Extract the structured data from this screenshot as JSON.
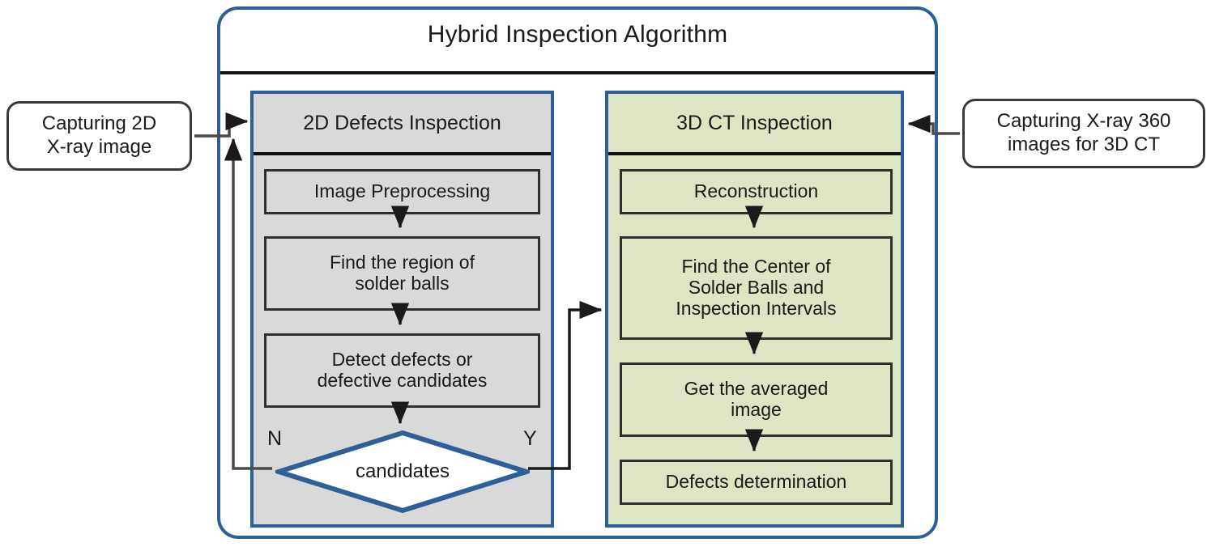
{
  "diagram": {
    "title": "Hybrid Inspection Algorithm",
    "colors": {
      "frame_blue": "#2d6099",
      "panel_gray": "#d9d9d9",
      "panel_green": "#dde5c4",
      "box_outline": "#2f2f2f",
      "text": "#1a1a1a",
      "callout_outline": "#3a3a3a",
      "background": "#ffffff"
    }
  },
  "callouts": {
    "left": {
      "label": "Capturing 2D\nX-ray image",
      "line1": "Capturing 2D",
      "line2": "X-ray image"
    },
    "right": {
      "label": "Capturing X-ray 360\nimages for 3D CT",
      "line1": "Capturing X-ray 360",
      "line2": "images for 3D CT"
    }
  },
  "columns": [
    {
      "id": "2d-defects-inspection",
      "header": "2D Defects Inspection",
      "fill": "#d9d9d9",
      "steps": [
        {
          "id": "image-preprocessing",
          "label": "Image Preprocessing"
        },
        {
          "id": "find-region-solder-balls",
          "line1": "Find the region of",
          "line2": "solder balls"
        },
        {
          "id": "detect-defects",
          "line1": "Detect defects or",
          "line2": "defective candidates"
        }
      ],
      "decision": {
        "id": "candidates",
        "label": "candidates",
        "branch_no": "N",
        "branch_yes": "Y"
      }
    },
    {
      "id": "3d-ct-inspection",
      "header": "3D CT Inspection",
      "fill": "#dde5c4",
      "steps": [
        {
          "id": "reconstruction",
          "label": "Reconstruction"
        },
        {
          "id": "find-center-solder-balls",
          "line1": "Find the Center of",
          "line2": "Solder Balls and",
          "line3": "Inspection Intervals"
        },
        {
          "id": "get-averaged-image",
          "line1": "Get the averaged",
          "line2": "image"
        },
        {
          "id": "defects-determination",
          "label": "Defects determination"
        }
      ]
    }
  ],
  "flows": [
    {
      "id": "capture2d-to-2d-panel",
      "from": "Capturing 2D X-ray image",
      "to": "2D Defects Inspection"
    },
    {
      "id": "preprocessing-to-region",
      "from": "Image Preprocessing",
      "to": "Find the region of solder balls"
    },
    {
      "id": "region-to-detect",
      "from": "Find the region of solder balls",
      "to": "Detect defects or defective candidates"
    },
    {
      "id": "detect-to-decision",
      "from": "Detect defects or defective candidates",
      "to": "candidates"
    },
    {
      "id": "decision-no-loop-back",
      "from": "candidates",
      "to": "2D Defects Inspection",
      "branch": "N"
    },
    {
      "id": "decision-yes-to-3dct",
      "from": "candidates",
      "to": "3D CT Inspection",
      "branch": "Y"
    },
    {
      "id": "capture360-to-3d-panel",
      "from": "Capturing X-ray 360 images for 3D CT",
      "to": "3D CT Inspection"
    },
    {
      "id": "reconstruction-to-center",
      "from": "Reconstruction",
      "to": "Find the Center of Solder Balls and Inspection Intervals"
    },
    {
      "id": "center-to-averaged",
      "from": "Find the Center of Solder Balls and Inspection Intervals",
      "to": "Get the averaged image"
    },
    {
      "id": "averaged-to-determination",
      "from": "Get the averaged image",
      "to": "Defects determination"
    }
  ]
}
